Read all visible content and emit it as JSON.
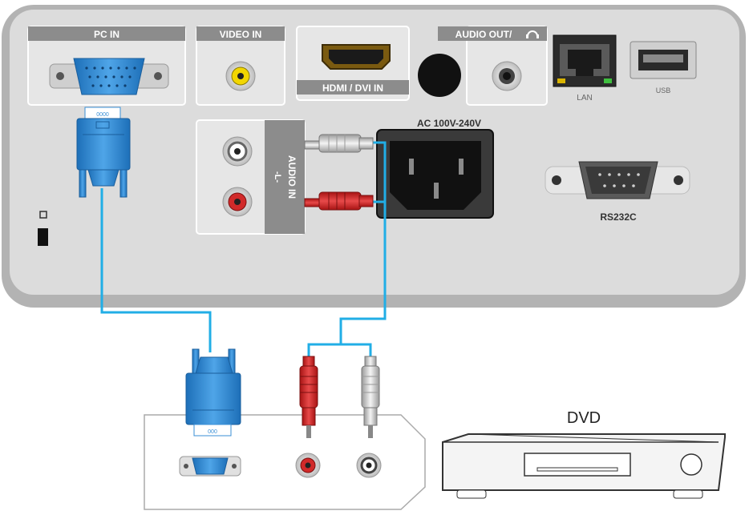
{
  "panel": {
    "ports": {
      "pc_in": "PC IN",
      "video_in": "VIDEO IN",
      "hdmi_dvi_in": "HDMI / DVI IN",
      "audio_out": "AUDIO OUT/",
      "lan": "LAN",
      "usb": "USB",
      "audio_in": "AUDIO IN",
      "audio_in_lr": "-L-",
      "ac_power": "AC 100V-240V",
      "rs232c": "RS232C"
    },
    "cable_pc_label": "0000"
  },
  "device": {
    "label": "DVD",
    "cable_pc_label": "000"
  },
  "colors": {
    "panel_outer": "#b3b3b3",
    "panel_inner": "#dcdcdc",
    "port_label_bg": "#8c8c8c",
    "vga_blue": "#3a8fd6",
    "cable_blue": "#21aee6",
    "rca_red": "#d12a2a",
    "rca_white": "#d9d9d9",
    "rca_yellow": "#f2d600"
  }
}
